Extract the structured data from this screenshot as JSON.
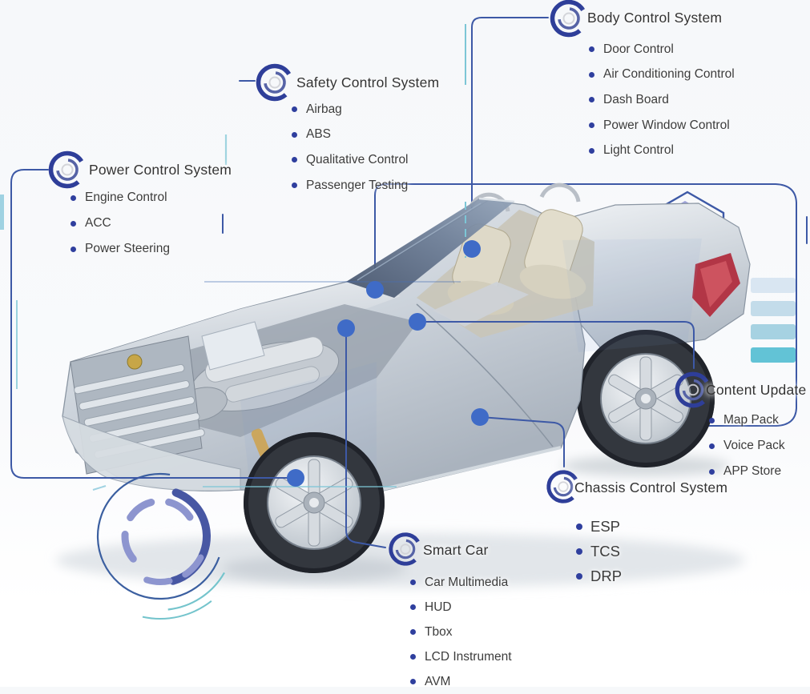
{
  "colors": {
    "accent_line": "#3d59a6",
    "connector_dot": "#3f6bc7",
    "icon_outer": "#2e3e99",
    "icon_inner": "#5663a6",
    "icon_faint": "#cfd0d6",
    "bullet": "#2f3f9e",
    "title_text": "#333333",
    "item_text": "#3c3c3c",
    "teal_accent": "#7cc6d6",
    "hex_fill": "#8d92d2",
    "bar_1": "#d9e6f2",
    "bar_2": "#c3dcea",
    "bar_3": "#a6d2e2",
    "bar_4": "#62c3d6"
  },
  "systems": {
    "body": {
      "title": "Body Control System",
      "items": [
        "Door Control",
        "Air Conditioning Control",
        "Dash Board",
        "Power Window Control",
        "Light Control"
      ]
    },
    "safety": {
      "title": "Safety Control System",
      "items": [
        "Airbag",
        "ABS",
        "Qualitative Control",
        "Passenger Testing"
      ]
    },
    "power": {
      "title": "Power Control System",
      "items": [
        "Engine Control",
        "ACC",
        "Power Steering"
      ]
    },
    "content": {
      "title": "Content Update",
      "items": [
        "Map Pack",
        "Voice Pack",
        "APP Store"
      ]
    },
    "chassis": {
      "title": "Chassis Control System",
      "items": [
        "ESP",
        "TCS",
        "DRP"
      ]
    },
    "smart": {
      "title": "Smart Car",
      "items": [
        "Car Multimedia",
        "HUD",
        "Tbox",
        "LCD Instrument",
        "AVM"
      ]
    }
  }
}
